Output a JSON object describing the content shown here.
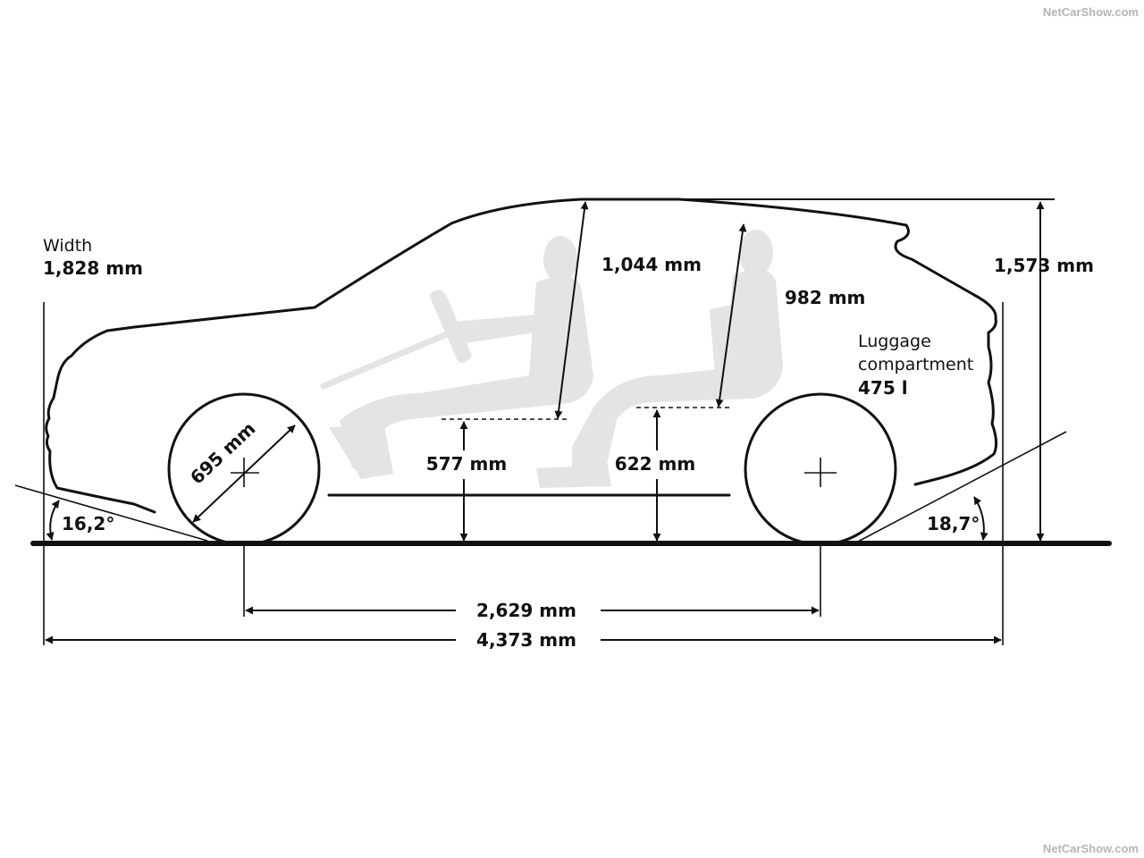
{
  "watermark": {
    "top": "NetCarShow.com",
    "bottom": "NetCarShow.com"
  },
  "width": {
    "label": "Width",
    "value": "1,828 mm"
  },
  "dimensions": {
    "front_headroom": "1,044 mm",
    "rear_headroom": "982 mm",
    "height": "1,573 mm",
    "wheel_diameter": "695 mm",
    "front_seat_height": "577 mm",
    "rear_seat_height": "622 mm",
    "approach_angle": "16,2°",
    "departure_angle": "18,7°",
    "wheelbase": "2,629 mm",
    "length": "4,373 mm"
  },
  "luggage": {
    "line1": "Luggage",
    "line2": "compartment",
    "value": "475 l"
  }
}
